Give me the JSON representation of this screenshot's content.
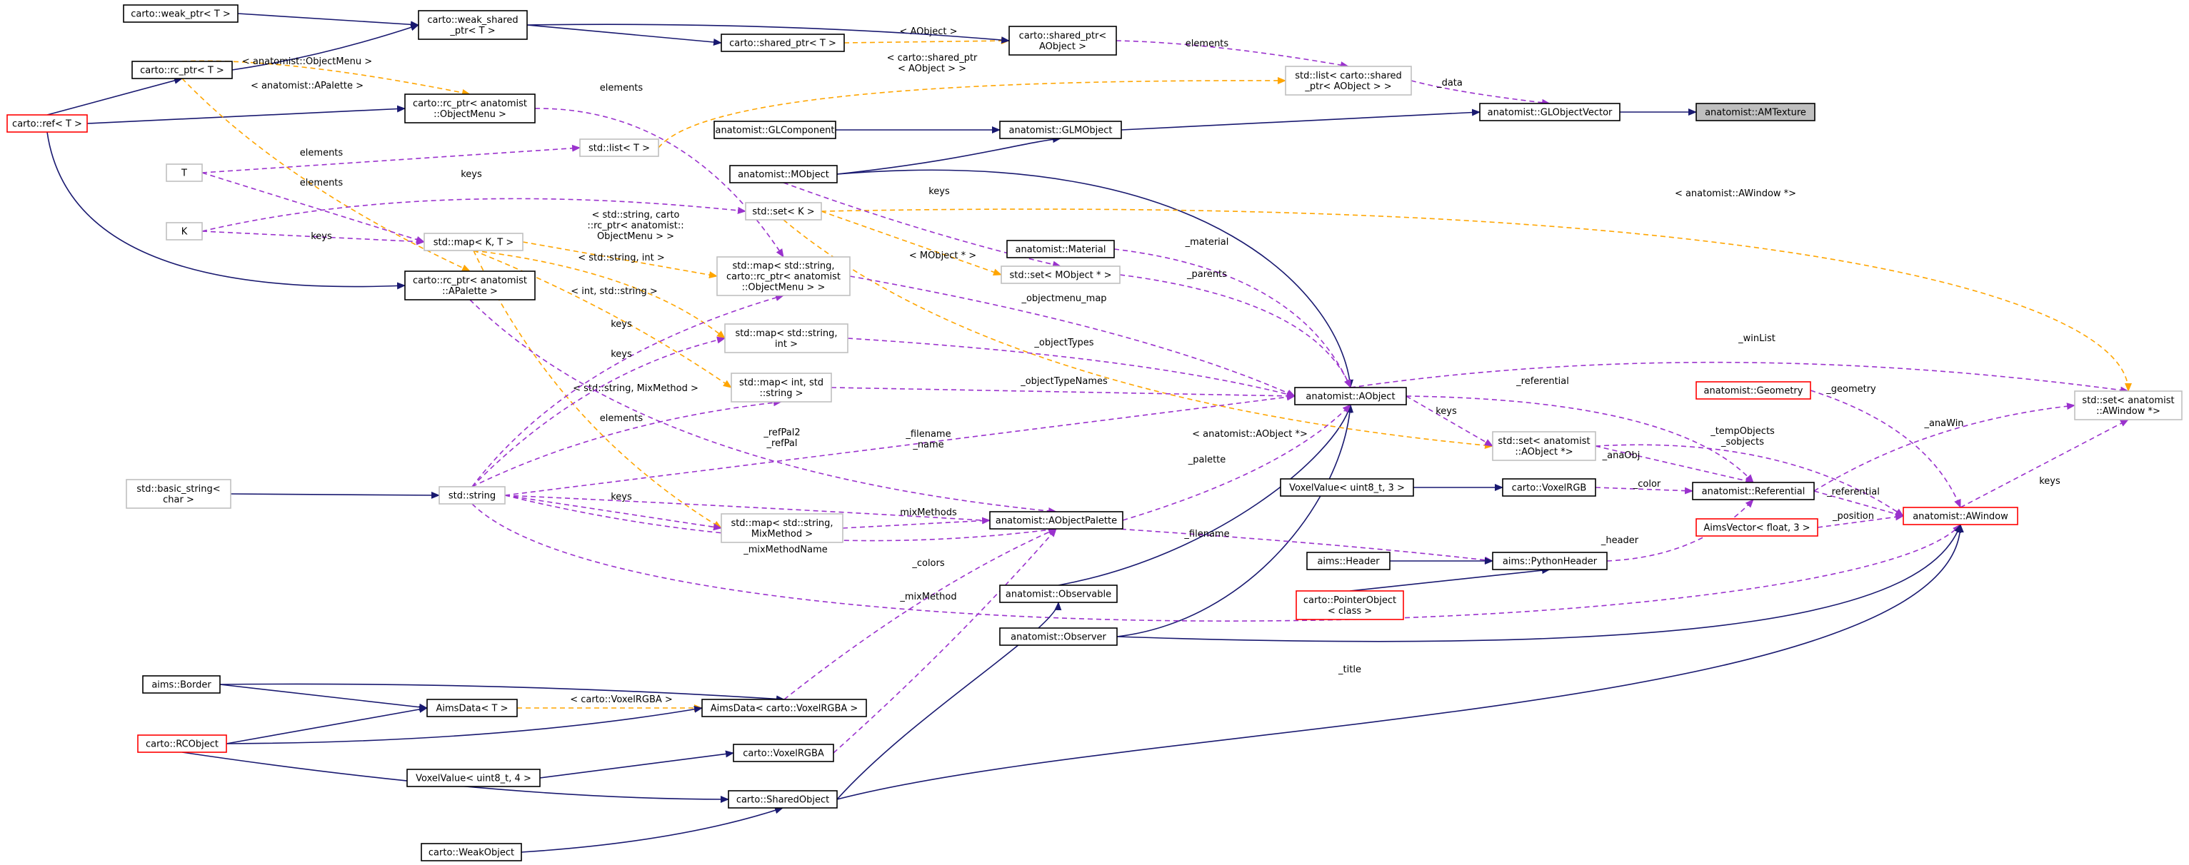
{
  "colors": {
    "inherit": "#191970",
    "template": "#FFA500",
    "usage": "#9A32CD",
    "fill_highlight": "#BFBFBF",
    "fill": "#FFFFFF",
    "border_normal": "#000000",
    "border_gray": "#BFBFBF",
    "border_red": "#FF0000"
  },
  "nodes": [
    {
      "id": "AMTexture",
      "lines": [
        "anatomist::AMTexture"
      ],
      "style": "highlight"
    },
    {
      "id": "GLObjectVector",
      "lines": [
        "anatomist::GLObjectVector"
      ],
      "style": "normal"
    },
    {
      "id": "GLMObject",
      "lines": [
        "anatomist::GLMObject"
      ],
      "style": "normal"
    },
    {
      "id": "GLComponent",
      "lines": [
        "anatomist::GLComponent"
      ],
      "style": "normal"
    },
    {
      "id": "MObject",
      "lines": [
        "anatomist::MObject"
      ],
      "style": "normal"
    },
    {
      "id": "AObject",
      "lines": [
        "anatomist::AObject"
      ],
      "style": "normal"
    },
    {
      "id": "Material",
      "lines": [
        "anatomist::Material"
      ],
      "style": "normal"
    },
    {
      "id": "Observable",
      "lines": [
        "anatomist::Observable"
      ],
      "style": "normal"
    },
    {
      "id": "Observer",
      "lines": [
        "anatomist::Observer"
      ],
      "style": "normal"
    },
    {
      "id": "AObjectPalette",
      "lines": [
        "anatomist::AObjectPalette"
      ],
      "style": "normal"
    },
    {
      "id": "Referential",
      "lines": [
        "anatomist::Referential"
      ],
      "style": "normal"
    },
    {
      "id": "Geometry",
      "lines": [
        "anatomist::Geometry"
      ],
      "style": "red"
    },
    {
      "id": "AWindow",
      "lines": [
        "anatomist::AWindow"
      ],
      "style": "red"
    },
    {
      "id": "AimsVector",
      "lines": [
        "AimsVector< float, 3 >"
      ],
      "style": "red"
    },
    {
      "id": "PointerObject",
      "lines": [
        "carto::PointerObject",
        "< class >"
      ],
      "style": "red"
    },
    {
      "id": "PythonHeader",
      "lines": [
        "aims::PythonHeader"
      ],
      "style": "normal"
    },
    {
      "id": "aimsHeader",
      "lines": [
        "aims::Header"
      ],
      "style": "normal"
    },
    {
      "id": "VoxelRGB",
      "lines": [
        "carto::VoxelRGB"
      ],
      "style": "normal"
    },
    {
      "id": "VoxelValue3",
      "lines": [
        "VoxelValue< uint8_t, 3 >"
      ],
      "style": "normal"
    },
    {
      "id": "setAObjectPtr",
      "lines": [
        "std::set< anatomist",
        "::AObject *>"
      ],
      "style": "gray"
    },
    {
      "id": "setAWindowPtr",
      "lines": [
        "std::set< anatomist",
        "::AWindow *>"
      ],
      "style": "gray"
    },
    {
      "id": "listShared",
      "lines": [
        "std::list< carto::shared",
        "_ptr< AObject > >"
      ],
      "style": "gray"
    },
    {
      "id": "sharedAObject",
      "lines": [
        "carto::shared_ptr<",
        "AObject >"
      ],
      "style": "normal"
    },
    {
      "id": "sharedT",
      "lines": [
        "carto::shared_ptr< T >"
      ],
      "style": "normal"
    },
    {
      "id": "weakSharedT",
      "lines": [
        "carto::weak_shared",
        "_ptr< T >"
      ],
      "style": "normal"
    },
    {
      "id": "weakT",
      "lines": [
        "carto::weak_ptr< T >"
      ],
      "style": "normal"
    },
    {
      "id": "rcT",
      "lines": [
        "carto::rc_ptr< T >"
      ],
      "style": "normal"
    },
    {
      "id": "refT",
      "lines": [
        "carto::ref< T >"
      ],
      "style": "red"
    },
    {
      "id": "rcObjectMenu",
      "lines": [
        "carto::rc_ptr< anatomist",
        "::ObjectMenu >"
      ],
      "style": "normal"
    },
    {
      "id": "rcAPalette",
      "lines": [
        "carto::rc_ptr< anatomist",
        "::APalette >"
      ],
      "style": "normal"
    },
    {
      "id": "listT",
      "lines": [
        "std::list< T >"
      ],
      "style": "gray"
    },
    {
      "id": "T",
      "lines": [
        "T"
      ],
      "style": "gray"
    },
    {
      "id": "K",
      "lines": [
        "K"
      ],
      "style": "gray"
    },
    {
      "id": "mapKT",
      "lines": [
        "std::map< K, T >"
      ],
      "style": "gray"
    },
    {
      "id": "setK",
      "lines": [
        "std::set< K >"
      ],
      "style": "gray"
    },
    {
      "id": "setMObject",
      "lines": [
        "std::set< MObject * >"
      ],
      "style": "gray"
    },
    {
      "id": "mapObjMenu",
      "lines": [
        "std::map< std::string,",
        "carto::rc_ptr< anatomist",
        "::ObjectMenu > >"
      ],
      "style": "gray"
    },
    {
      "id": "mapStrInt",
      "lines": [
        "std::map< std::string,",
        "int >"
      ],
      "style": "gray"
    },
    {
      "id": "mapIntStr",
      "lines": [
        "std::map< int, std",
        "::string >"
      ],
      "style": "gray"
    },
    {
      "id": "mapStrMix",
      "lines": [
        "std::map< std::string,",
        "MixMethod >"
      ],
      "style": "gray"
    },
    {
      "id": "string",
      "lines": [
        "std::string"
      ],
      "style": "gray"
    },
    {
      "id": "basicString",
      "lines": [
        "std::basic_string<",
        "char >"
      ],
      "style": "gray"
    },
    {
      "id": "aimsBorder",
      "lines": [
        "aims::Border"
      ],
      "style": "normal"
    },
    {
      "id": "AimsDataT",
      "lines": [
        "AimsData< T >"
      ],
      "style": "normal"
    },
    {
      "id": "AimsDataRGBA",
      "lines": [
        "AimsData< carto::VoxelRGBA >"
      ],
      "style": "normal"
    },
    {
      "id": "RCObject",
      "lines": [
        "carto::RCObject"
      ],
      "style": "red"
    },
    {
      "id": "VoxelValue4",
      "lines": [
        "VoxelValue< uint8_t, 4 >"
      ],
      "style": "normal"
    },
    {
      "id": "VoxelRGBA",
      "lines": [
        "carto::VoxelRGBA"
      ],
      "style": "normal"
    },
    {
      "id": "SharedObject",
      "lines": [
        "carto::SharedObject"
      ],
      "style": "normal"
    },
    {
      "id": "WeakObject",
      "lines": [
        "carto::WeakObject"
      ],
      "style": "normal"
    }
  ],
  "edges": [
    {
      "from": "GLObjectVector",
      "to": "AMTexture",
      "kind": "inherit",
      "label": []
    },
    {
      "from": "GLMObject",
      "to": "GLObjectVector",
      "kind": "inherit",
      "label": []
    },
    {
      "from": "GLComponent",
      "to": "GLMObject",
      "kind": "inherit",
      "label": []
    },
    {
      "from": "MObject",
      "to": "GLMObject",
      "kind": "inherit",
      "label": []
    },
    {
      "from": "MObject",
      "to": "AObject",
      "kind": "inherit",
      "label": []
    },
    {
      "from": "Observable",
      "to": "AObject",
      "kind": "inherit",
      "label": []
    },
    {
      "from": "Observer",
      "to": "AObject",
      "kind": "inherit",
      "label": []
    },
    {
      "from": "listShared",
      "to": "GLObjectVector",
      "kind": "usage",
      "label": [
        "_data"
      ]
    },
    {
      "from": "sharedAObject",
      "to": "listShared",
      "kind": "usage",
      "label": [
        "elements"
      ]
    },
    {
      "from": "sharedT",
      "to": "sharedAObject",
      "kind": "template",
      "label": [
        "< AObject >"
      ]
    },
    {
      "from": "weakSharedT",
      "to": "sharedAObject",
      "kind": "inherit",
      "label": []
    },
    {
      "from": "weakSharedT",
      "to": "sharedT",
      "kind": "inherit",
      "label": []
    },
    {
      "from": "weakT",
      "to": "weakSharedT",
      "kind": "inherit",
      "label": []
    },
    {
      "from": "rcT",
      "to": "weakSharedT",
      "kind": "inherit",
      "label": []
    },
    {
      "from": "refT",
      "to": "rcT",
      "kind": "inherit",
      "label": []
    },
    {
      "from": "refT",
      "to": "rcObjectMenu",
      "kind": "inherit",
      "label": []
    },
    {
      "from": "refT",
      "to": "rcAPalette",
      "kind": "inherit",
      "label": []
    },
    {
      "from": "rcT",
      "to": "rcObjectMenu",
      "kind": "template",
      "label": [
        "< anatomist::ObjectMenu >"
      ]
    },
    {
      "from": "rcT",
      "to": "rcAPalette",
      "kind": "template",
      "label": [
        "< anatomist::APalette >"
      ]
    },
    {
      "from": "listT",
      "to": "listShared",
      "kind": "template",
      "label": [
        "< carto::shared_ptr",
        "< AObject > >"
      ]
    },
    {
      "from": "T",
      "to": "listT",
      "kind": "usage",
      "label": [
        "elements"
      ]
    },
    {
      "from": "T",
      "to": "mapKT",
      "kind": "usage",
      "label": [
        "elements"
      ]
    },
    {
      "from": "K",
      "to": "mapKT",
      "kind": "usage",
      "label": [
        "keys"
      ]
    },
    {
      "from": "K",
      "to": "setK",
      "kind": "usage",
      "label": [
        "keys"
      ]
    },
    {
      "from": "rcObjectMenu",
      "to": "mapObjMenu",
      "kind": "usage",
      "label": [
        "elements"
      ]
    },
    {
      "from": "mapKT",
      "to": "mapObjMenu",
      "kind": "template",
      "label": [
        "< std::string, carto",
        "::rc_ptr< anatomist::",
        "ObjectMenu > >"
      ]
    },
    {
      "from": "mapKT",
      "to": "mapStrInt",
      "kind": "template",
      "label": [
        "< std::string, int >"
      ]
    },
    {
      "from": "mapKT",
      "to": "mapIntStr",
      "kind": "template",
      "label": [
        "< int, std::string >"
      ]
    },
    {
      "from": "mapKT",
      "to": "mapStrMix",
      "kind": "template",
      "label": [
        "< std::string, MixMethod >"
      ]
    },
    {
      "from": "setK",
      "to": "setAWindowPtr",
      "kind": "template",
      "label": [
        "< anatomist::AWindow *>"
      ]
    },
    {
      "from": "setK",
      "to": "setMObject",
      "kind": "template",
      "label": [
        "< MObject * >"
      ]
    },
    {
      "from": "setK",
      "to": "setAObjectPtr",
      "kind": "template",
      "label": [
        "< anatomist::AObject *>"
      ]
    },
    {
      "from": "MObject",
      "to": "setMObject",
      "kind": "usage",
      "label": [
        "keys"
      ]
    },
    {
      "from": "Material",
      "to": "AObject",
      "kind": "usage",
      "label": [
        "_material"
      ]
    },
    {
      "from": "setMObject",
      "to": "AObject",
      "kind": "usage",
      "label": [
        "_parents"
      ]
    },
    {
      "from": "mapObjMenu",
      "to": "AObject",
      "kind": "usage",
      "label": [
        "_objectmenu_map"
      ]
    },
    {
      "from": "mapStrInt",
      "to": "AObject",
      "kind": "usage",
      "label": [
        "_objectTypes"
      ]
    },
    {
      "from": "mapIntStr",
      "to": "AObject",
      "kind": "usage",
      "label": [
        "_objectTypeNames"
      ]
    },
    {
      "from": "string",
      "to": "AObject",
      "kind": "usage",
      "label": [
        "_filename",
        "_name"
      ]
    },
    {
      "from": "string",
      "to": "mapObjMenu",
      "kind": "usage",
      "label": [
        "keys"
      ]
    },
    {
      "from": "string",
      "to": "mapStrInt",
      "kind": "usage",
      "label": [
        "keys"
      ]
    },
    {
      "from": "string",
      "to": "mapIntStr",
      "kind": "usage",
      "label": [
        "elements"
      ]
    },
    {
      "from": "string",
      "to": "mapStrMix",
      "kind": "usage",
      "label": [
        "keys"
      ]
    },
    {
      "from": "string",
      "to": "AObjectPalette",
      "kind": "usage",
      "label": [
        "_mixMethodName"
      ]
    },
    {
      "from": "string",
      "to": "PythonHeader",
      "kind": "usage",
      "label": [
        "_filename"
      ]
    },
    {
      "from": "string",
      "to": "AWindow",
      "kind": "usage",
      "label": [
        "_title"
      ]
    },
    {
      "from": "basicString",
      "to": "string",
      "kind": "inherit",
      "label": []
    },
    {
      "from": "rcAPalette",
      "to": "AObjectPalette",
      "kind": "usage",
      "label": [
        "_refPal2",
        "_refPal"
      ]
    },
    {
      "from": "mapStrMix",
      "to": "AObjectPalette",
      "kind": "usage",
      "label": [
        "mixMethods"
      ]
    },
    {
      "from": "AObjectPalette",
      "to": "AObject",
      "kind": "usage",
      "label": [
        "_palette"
      ]
    },
    {
      "from": "AObject",
      "to": "setAObjectPtr",
      "kind": "usage",
      "label": [
        "keys"
      ]
    },
    {
      "from": "setAObjectPtr",
      "to": "Referential",
      "kind": "usage",
      "label": [
        "_anaObj"
      ]
    },
    {
      "from": "setAObjectPtr",
      "to": "AWindow",
      "kind": "usage",
      "label": [
        "_tempObjects",
        "_sobjects"
      ]
    },
    {
      "from": "AObject",
      "to": "Referential",
      "kind": "usage",
      "label": [
        "_referential"
      ]
    },
    {
      "from": "AObject",
      "to": "setAWindowPtr",
      "kind": "usage",
      "label": [
        "_winList"
      ]
    },
    {
      "from": "Referential",
      "to": "setAWindowPtr",
      "kind": "usage",
      "label": [
        "_anaWin"
      ]
    },
    {
      "from": "AWindow",
      "to": "setAWindowPtr",
      "kind": "usage",
      "label": [
        "keys"
      ]
    },
    {
      "from": "Referential",
      "to": "AWindow",
      "kind": "usage",
      "label": [
        "_referential"
      ]
    },
    {
      "from": "Geometry",
      "to": "AWindow",
      "kind": "usage",
      "label": [
        "_geometry"
      ]
    },
    {
      "from": "AimsVector",
      "to": "AWindow",
      "kind": "usage",
      "label": [
        "_position"
      ]
    },
    {
      "from": "VoxelRGB",
      "to": "Referential",
      "kind": "usage",
      "label": [
        "_color"
      ]
    },
    {
      "from": "VoxelValue3",
      "to": "VoxelRGB",
      "kind": "inherit",
      "label": []
    },
    {
      "from": "PythonHeader",
      "to": "Referential",
      "kind": "usage",
      "label": [
        "_header"
      ]
    },
    {
      "from": "aimsHeader",
      "to": "PythonHeader",
      "kind": "inherit",
      "label": []
    },
    {
      "from": "PointerObject",
      "to": "PythonHeader",
      "kind": "inherit",
      "label": []
    },
    {
      "from": "AimsDataRGBA",
      "to": "AObjectPalette",
      "kind": "usage",
      "label": [
        "_colors"
      ]
    },
    {
      "from": "VoxelRGBA",
      "to": "AObjectPalette",
      "kind": "usage",
      "label": [
        "_mixMethod"
      ]
    },
    {
      "from": "AimsDataT",
      "to": "AimsDataRGBA",
      "kind": "template",
      "label": [
        "< carto::VoxelRGBA >"
      ]
    },
    {
      "from": "aimsBorder",
      "to": "AimsDataT",
      "kind": "inherit",
      "label": []
    },
    {
      "from": "aimsBorder",
      "to": "AimsDataRGBA",
      "kind": "inherit",
      "label": []
    },
    {
      "from": "RCObject",
      "to": "AimsDataT",
      "kind": "inherit",
      "label": []
    },
    {
      "from": "RCObject",
      "to": "AimsDataRGBA",
      "kind": "inherit",
      "label": []
    },
    {
      "from": "RCObject",
      "to": "SharedObject",
      "kind": "inherit",
      "label": []
    },
    {
      "from": "VoxelValue4",
      "to": "VoxelRGBA",
      "kind": "inherit",
      "label": []
    },
    {
      "from": "WeakObject",
      "to": "SharedObject",
      "kind": "inherit",
      "label": []
    },
    {
      "from": "SharedObject",
      "to": "Observable",
      "kind": "inherit",
      "label": []
    },
    {
      "from": "SharedObject",
      "to": "AWindow",
      "kind": "inherit",
      "label": []
    },
    {
      "from": "Observer",
      "to": "AWindow",
      "kind": "inherit",
      "label": []
    }
  ]
}
